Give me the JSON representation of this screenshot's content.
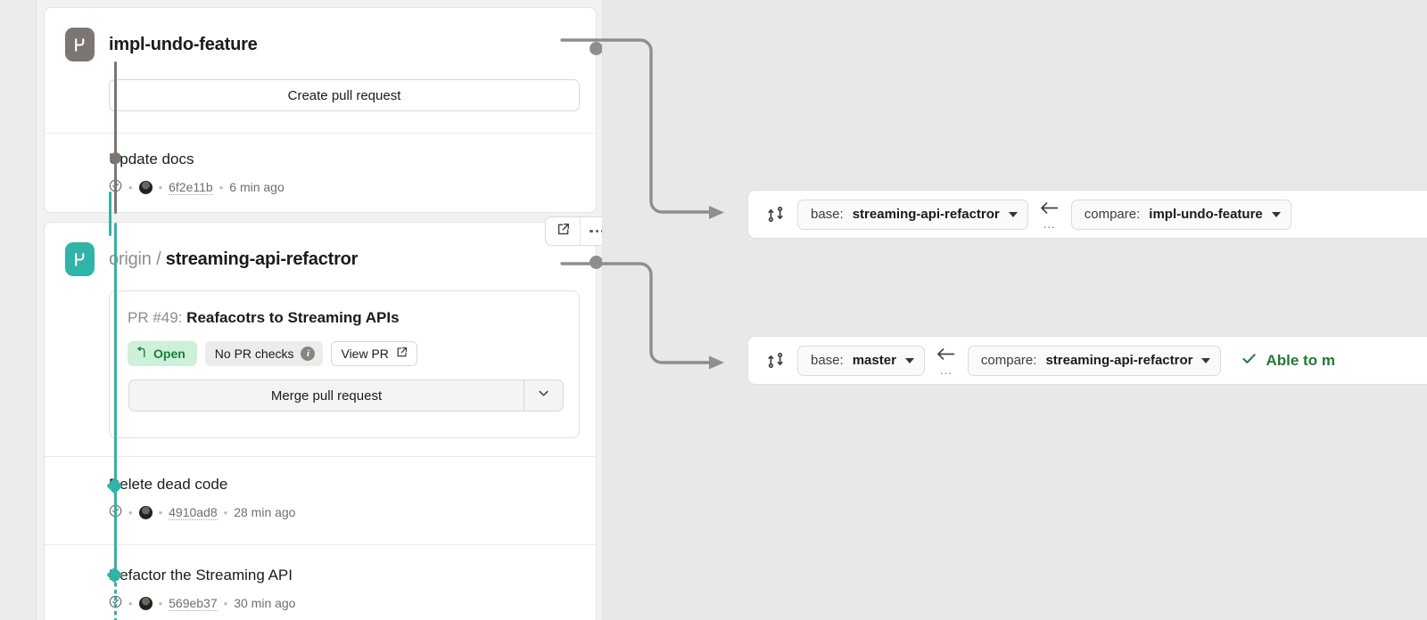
{
  "branches": [
    {
      "id": "impl-undo-feature",
      "remote": "",
      "name": "impl-undo-feature",
      "icon": "git-branch-icon",
      "color": "#7d7571",
      "action_label": "Create pull request",
      "commits": [
        {
          "message": "Update docs",
          "sha": "6f2e11b",
          "time": "6 min ago",
          "status_icon": "check-circle-icon",
          "author_icon": "avatar"
        }
      ]
    },
    {
      "id": "streaming-api-refactror",
      "remote": "origin",
      "separator": "/",
      "name": "streaming-api-refactror",
      "icon": "git-branch-icon",
      "color": "#31b3a8",
      "pull_request": {
        "number_label": "PR #49:",
        "title": "Reafacotrs to Streaming APIs",
        "state_badge": "Open",
        "state_icon": "pull-request-icon",
        "checks_label": "No PR checks",
        "checks_info_icon": "info-icon",
        "view_pr_label": "View PR",
        "view_pr_icon": "external-link-icon",
        "merge_label": "Merge pull request",
        "merge_caret_icon": "chevron-down-icon"
      },
      "commits": [
        {
          "message": "Delete dead code",
          "sha": "4910ad8",
          "time": "28 min ago",
          "status_icon": "check-circle-icon",
          "author_icon": "avatar"
        },
        {
          "message": "Refactor the Streaming API",
          "sha": "569eb37",
          "time": "30 min ago",
          "status_icon": "check-circle-icon",
          "author_icon": "avatar"
        }
      ],
      "toolbar": {
        "open_external_icon": "external-link-icon",
        "more_options_icon": "more-horizontal-icon"
      }
    }
  ],
  "compare_bars": [
    {
      "id": "bar-1",
      "icon": "git-compare-icon",
      "base_prefix": "base:",
      "base_branch": "streaming-api-refactror",
      "direction_icon": "arrow-left-icon",
      "direction_ellipsis": "...",
      "compare_prefix": "compare:",
      "compare_branch": "impl-undo-feature",
      "caret_icon": "caret-down-icon",
      "status": ""
    },
    {
      "id": "bar-2",
      "icon": "git-compare-icon",
      "base_prefix": "base:",
      "base_branch": "master",
      "direction_icon": "arrow-left-icon",
      "direction_ellipsis": "...",
      "compare_prefix": "compare:",
      "compare_branch": "streaming-api-refactror",
      "caret_icon": "caret-down-icon",
      "status": "Able to m",
      "status_icon": "check-icon",
      "status_color": "#1f7a33"
    }
  ],
  "colors": {
    "teal": "#31b3a8",
    "gray_branch": "#7d7571",
    "green_text": "#1f7a33",
    "open_badge_bg": "#cdf0d8",
    "canvas_bg": "#e8e8e6",
    "connector": "#8e8e8b"
  }
}
